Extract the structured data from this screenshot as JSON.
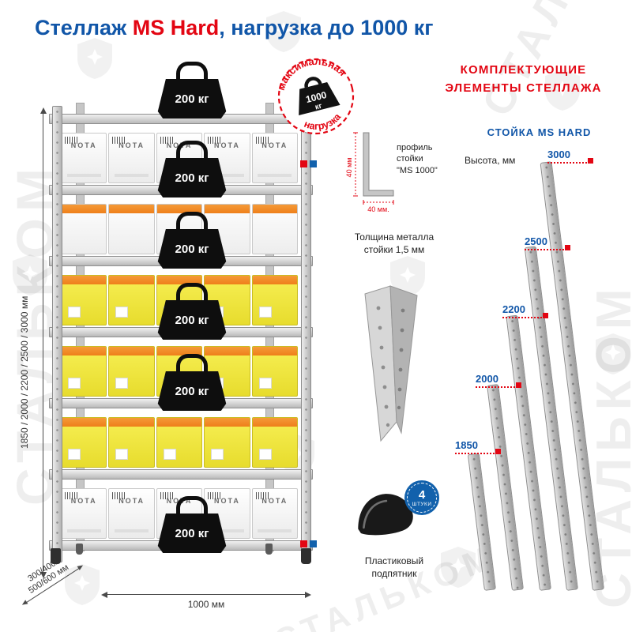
{
  "title": {
    "prefix": "Стеллаж ",
    "model": "MS Hard",
    "suffix": ", нагрузка до 1000 кг"
  },
  "watermark": {
    "brand": "СТАЛЬКОМ"
  },
  "rack": {
    "box_brand": "NOTA",
    "weights": [
      "200 кг",
      "200 кг",
      "200 кг",
      "200 кг",
      "200 кг",
      "200 кг"
    ],
    "max_load_badge": {
      "top": "максимальная",
      "bottom": "нагрузка",
      "value_line1": "1000",
      "value_line2": "кг"
    },
    "dimensions": {
      "height": "1850 / 2000 / 2200 / 2500 / 3000 мм",
      "width": "1000 мм",
      "depth_line1": "300/400/",
      "depth_line2": "500/600 мм"
    }
  },
  "profile_detail": {
    "label_line1": "профиль",
    "label_line2": "стойки",
    "label_line3": "\"MS 1000\"",
    "dim_vertical": "40 мм",
    "dim_horizontal": "40 мм.",
    "thickness_line1": "Толщина металла",
    "thickness_line2": "стойки 1,5 мм"
  },
  "foot_detail": {
    "label_line1": "Пластиковый",
    "label_line2": "подпятник",
    "badge_count": "4",
    "badge_unit": "штуки"
  },
  "components": {
    "header_line1": "КОМПЛЕКТУЮЩИЕ",
    "header_line2": "ЭЛЕМЕНТЫ СТЕЛЛАЖА",
    "subheader": "СТОЙКА MS HARD",
    "height_label": "Высота, мм",
    "posts": [
      {
        "height": "3000"
      },
      {
        "height": "2500"
      },
      {
        "height": "2200"
      },
      {
        "height": "2000"
      },
      {
        "height": "1850"
      }
    ]
  }
}
